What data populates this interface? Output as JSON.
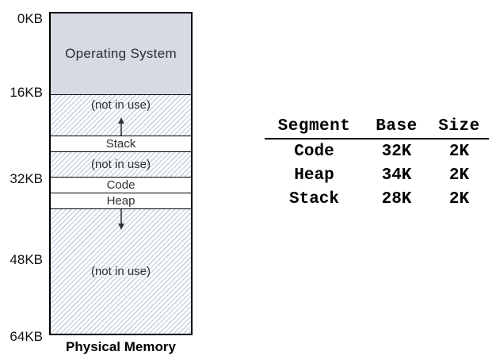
{
  "memory_diagram": {
    "title": "Physical Memory",
    "scale_labels": [
      "0KB",
      "16KB",
      "32KB",
      "48KB",
      "64KB"
    ],
    "regions": {
      "os": "Operating System",
      "free1": "(not in use)",
      "stack": "Stack",
      "free2": "(not in use)",
      "code": "Code",
      "heap": "Heap",
      "free3": "(not in use)"
    },
    "arrows": {
      "stack_growth": "up",
      "heap_growth": "down"
    },
    "colors": {
      "os_fill": "#d5dae3",
      "hatch_stripe": "#cdd7e3",
      "border": "#000000",
      "text": "#2f2f2f"
    }
  },
  "segment_table": {
    "headers": [
      "Segment",
      "Base",
      "Size"
    ],
    "rows": [
      {
        "segment": "Code",
        "base": "32K",
        "size": "2K"
      },
      {
        "segment": "Heap",
        "base": "34K",
        "size": "2K"
      },
      {
        "segment": "Stack",
        "base": "28K",
        "size": "2K"
      }
    ]
  }
}
